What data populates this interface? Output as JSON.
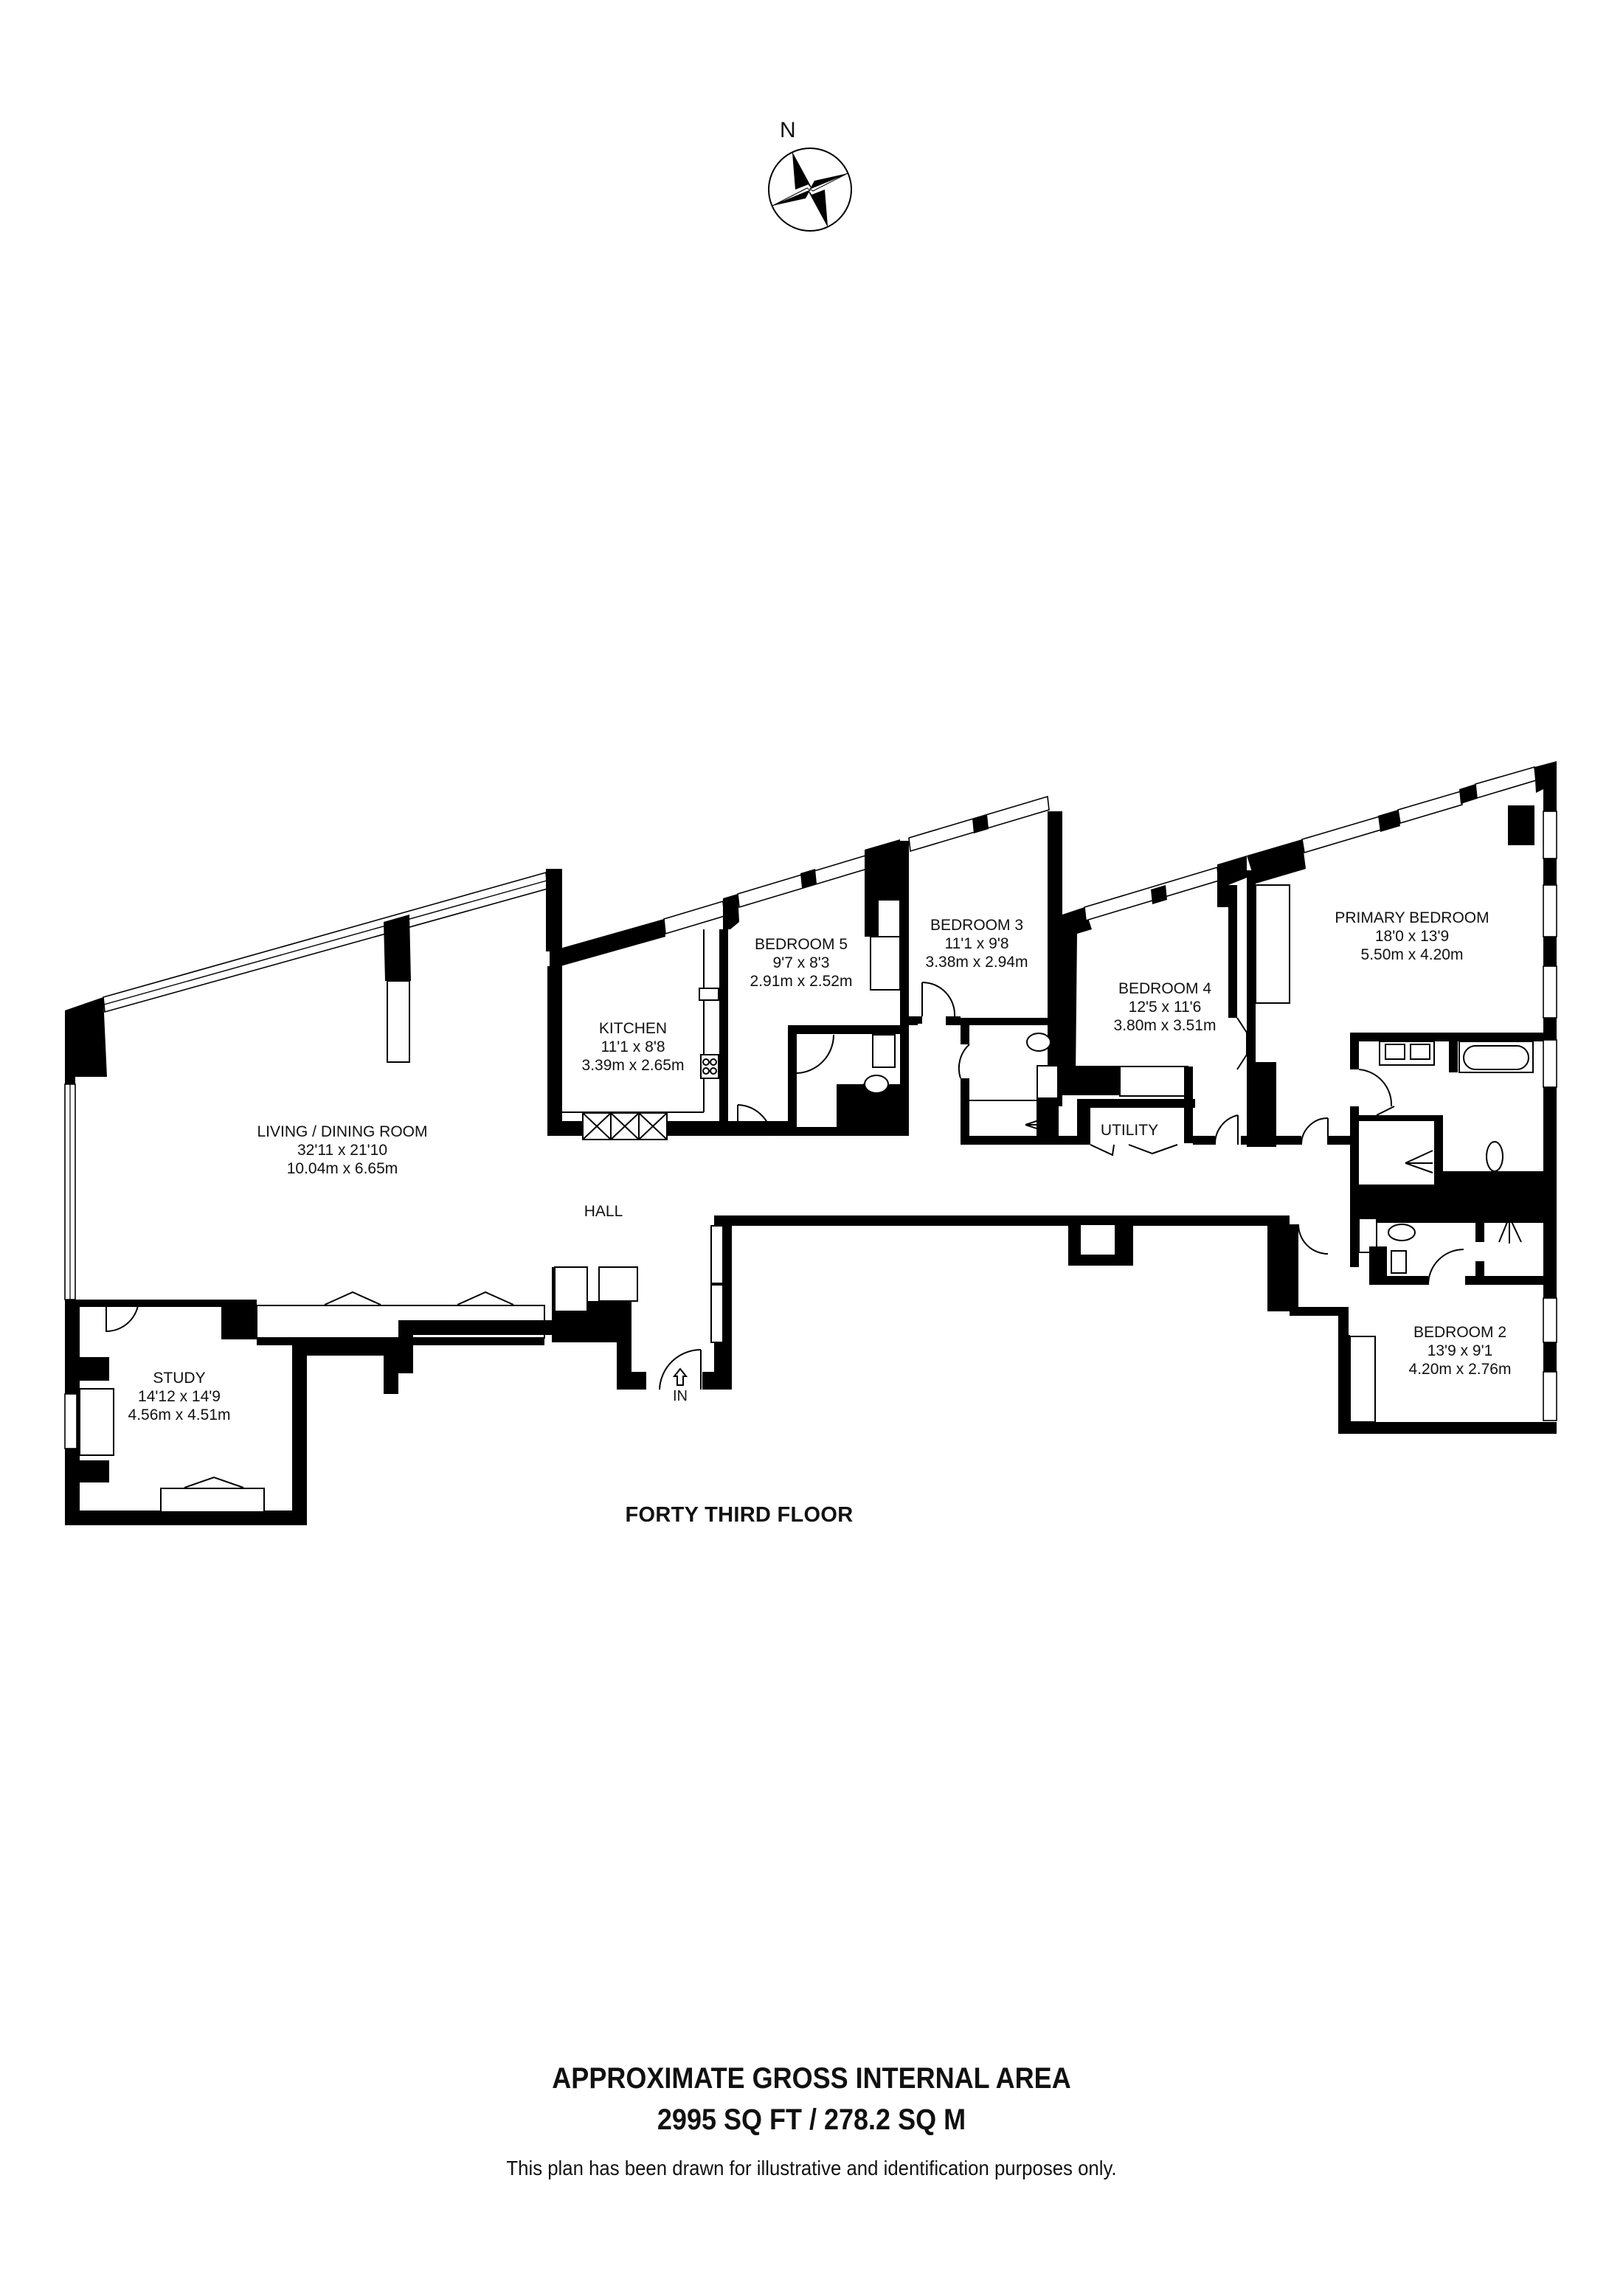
{
  "compass": {
    "north_label": "N",
    "icon": "compass-rose-icon"
  },
  "floor": {
    "name": "FORTY THIRD FLOOR"
  },
  "entrance": {
    "label": "IN",
    "icon": "entrance-arrow-icon"
  },
  "rooms": [
    {
      "id": "living",
      "name": "LIVING / DINING ROOM",
      "imperial": "32'11 x 21'10",
      "metric": "10.04m x 6.65m"
    },
    {
      "id": "kitchen",
      "name": "KITCHEN",
      "imperial": "11'1 x 8'8",
      "metric": "3.39m x 2.65m"
    },
    {
      "id": "bedroom5",
      "name": "BEDROOM 5",
      "imperial": "9'7 x 8'3",
      "metric": "2.91m x 2.52m"
    },
    {
      "id": "bedroom3",
      "name": "BEDROOM 3",
      "imperial": "11'1 x 9'8",
      "metric": "3.38m x 2.94m"
    },
    {
      "id": "bedroom4",
      "name": "BEDROOM 4",
      "imperial": "12'5 x 11'6",
      "metric": "3.80m x 3.51m"
    },
    {
      "id": "primary",
      "name": "PRIMARY BEDROOM",
      "imperial": "18'0 x 13'9",
      "metric": "5.50m x 4.20m"
    },
    {
      "id": "bedroom2",
      "name": "BEDROOM 2",
      "imperial": "13'9 x 9'1",
      "metric": "4.20m x 2.76m"
    },
    {
      "id": "study",
      "name": "STUDY",
      "imperial": "14'12 x 14'9",
      "metric": "4.56m x 4.51m"
    }
  ],
  "labels": {
    "hall": "HALL",
    "utility": "UTILITY"
  },
  "area": {
    "title": "APPROXIMATE GROSS INTERNAL AREA",
    "value": "2995 SQ FT / 278.2 SQ M",
    "disclaimer": "This plan has been drawn for illustrative and identification purposes only."
  },
  "colors": {
    "wall": "#000000",
    "background": "#ffffff"
  }
}
